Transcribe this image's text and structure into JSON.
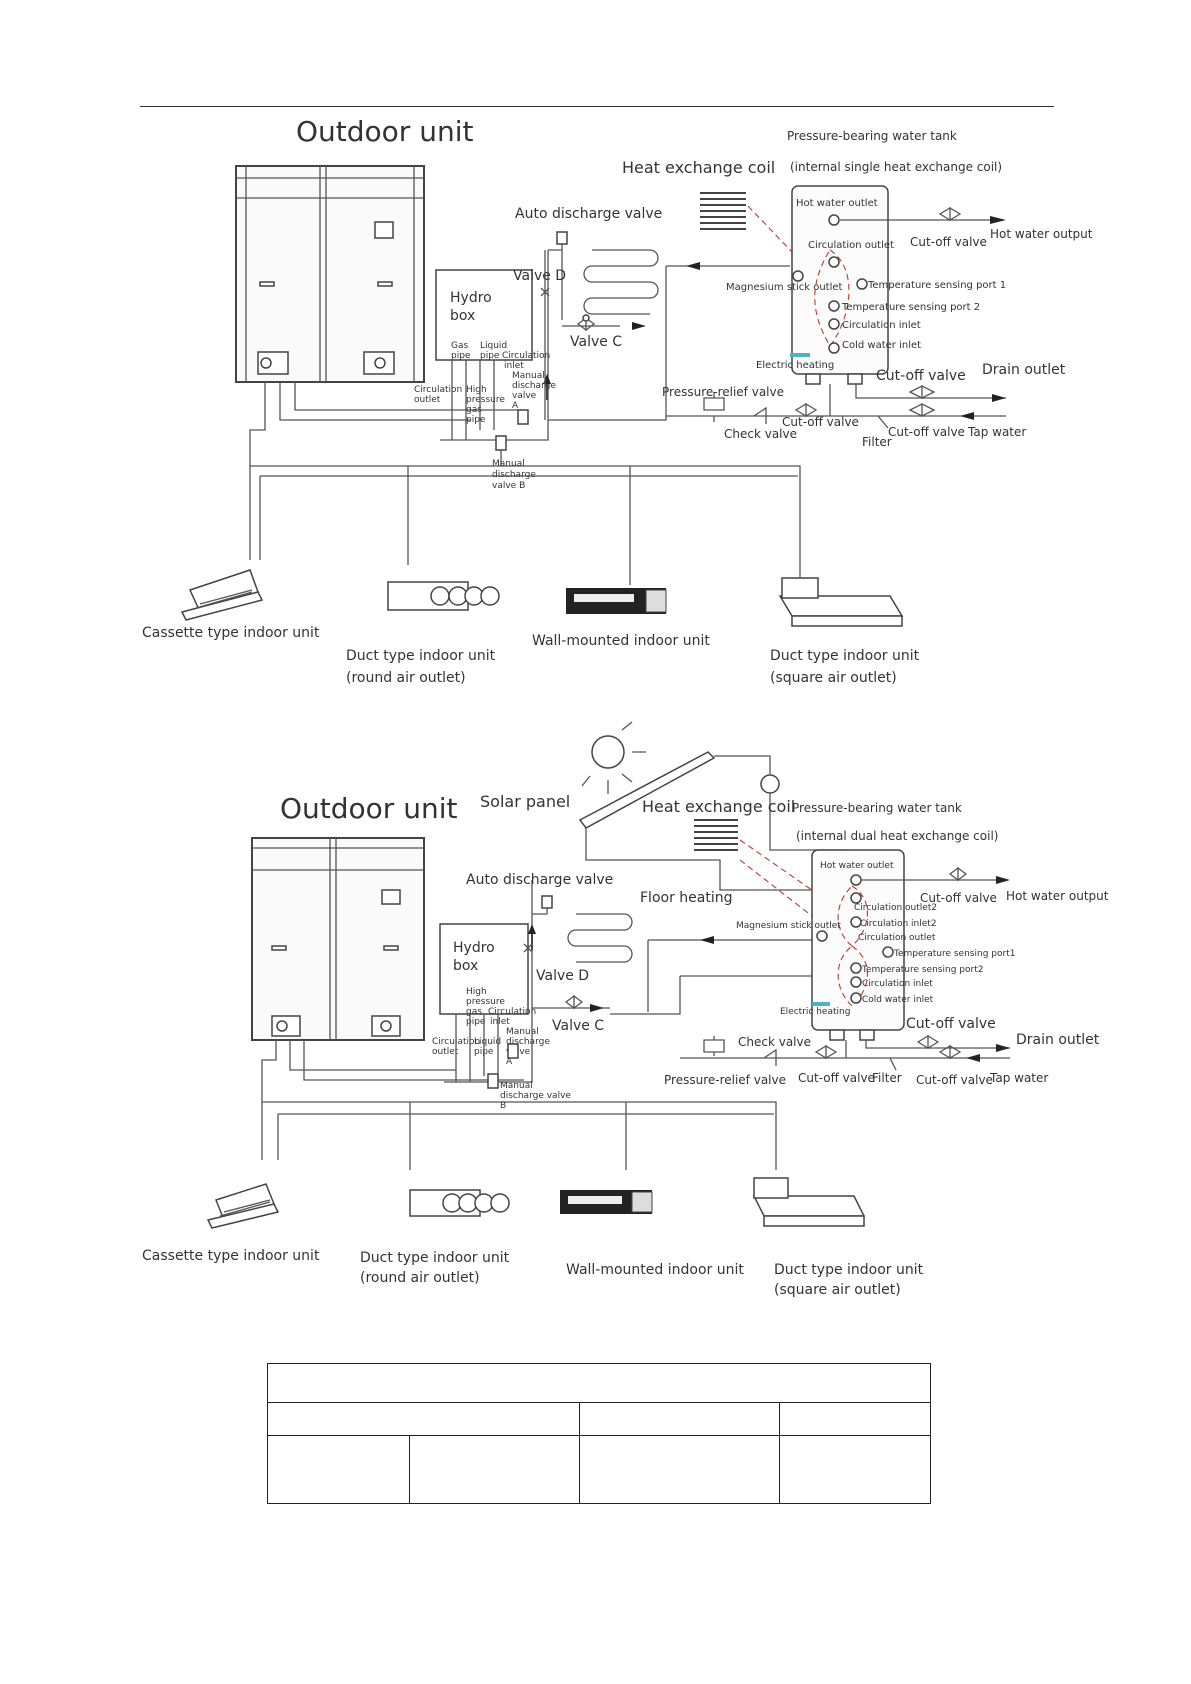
{
  "diagram1": {
    "title": "Outdoor unit",
    "tank_label": "Pressure-bearing water tank",
    "coil_label": "Heat exchange coil",
    "coil_type": "(internal single heat exchange coil)",
    "auto_discharge_valve": "Auto discharge valve",
    "valve_d": "Valve D",
    "valve_c": "Valve C",
    "hydro_box": [
      "Hydro",
      "box"
    ],
    "gas_pipe": [
      "Gas",
      "pipe"
    ],
    "liquid_pipe": [
      "Liquid",
      "pipe"
    ],
    "circulation_inlet": [
      "Circulation",
      "inlet"
    ],
    "circulation_outlet_left": [
      "Circulation",
      "outlet"
    ],
    "high_pressure_gas_pipe": [
      "High",
      "pressure",
      "gas",
      "pipe"
    ],
    "manual_discharge_valve_a": [
      "Manual",
      "discharge",
      "valve",
      "A"
    ],
    "manual_discharge_valve_b": [
      "Manual",
      "discharge",
      "valve B"
    ],
    "hot_water_outlet": "Hot water outlet",
    "circulation_outlet": "Circulation outlet",
    "magnesium_stick_outlet": "Magnesium stick outlet",
    "temp_port_1": "Temperature sensing port 1",
    "temp_port_2": "Temperature sensing port 2",
    "circulation_inlet_tank": "Circulation inlet",
    "cold_water_inlet": "Cold water inlet",
    "electric_heating": "Electric heating",
    "cutoff_valve_top": "Cut-off valve",
    "hot_water_output": "Hot water output",
    "cutoff_valve_drain": "Cut-off valve",
    "drain_outlet": "Drain outlet",
    "pressure_relief_valve": "Pressure-relief valve",
    "check_valve": "Check valve",
    "cutoff_valve_mid": "Cut-off valve",
    "filter": "Filter",
    "cutoff_valve_tap": "Cut-off valve",
    "tap_water": "Tap water",
    "cassette": "Cassette type indoor unit",
    "duct_round": [
      "Duct type indoor unit",
      "(round air outlet)"
    ],
    "wall": "Wall-mounted indoor unit",
    "duct_square": [
      "Duct type indoor unit",
      "(square air outlet)"
    ]
  },
  "diagram2": {
    "title": "Outdoor unit",
    "solar_panel": "Solar panel",
    "coil_label": "Heat exchange coil",
    "tank_label": "Pressure-bearing water tank",
    "coil_type": "(internal dual heat exchange coil)",
    "auto_discharge_valve": "Auto discharge valve",
    "floor_heating": "Floor heating",
    "valve_d": "Valve D",
    "valve_c": "Valve C",
    "hydro_box": [
      "Hydro",
      "box"
    ],
    "high_pressure_gas_pipe": [
      "High",
      "pressure",
      "gas",
      "pipe"
    ],
    "circulation_inlet": [
      "Circulation",
      "inlet"
    ],
    "circulation_outlet_left": [
      "Circulation",
      "outlet"
    ],
    "liquid_pipe": [
      "Liquid",
      "pipe"
    ],
    "manual_discharge_valve_a": [
      "Manual",
      "discharge",
      "valve",
      "A"
    ],
    "manual_discharge_valve_b": [
      "Manual",
      "discharge valve",
      "B"
    ],
    "hot_water_outlet": "Hot water outlet",
    "circulation_outlet2": "Circulation outlet2",
    "circulation_inlet2": "Circulation inlet2",
    "circulation_outlet": "Circulation outlet",
    "magnesium_stick_outlet": "Magnesium stick outlet",
    "temp_port_1": "Temperature sensing port1",
    "temp_port_2": "Temperature sensing port2",
    "circulation_inlet_tank": "Circulation inlet",
    "cold_water_inlet": "Cold water inlet",
    "electric_heating": "Electric heating",
    "cutoff_valve_top": "Cut-off valve",
    "hot_water_output": "Hot water output",
    "cutoff_valve_drain": "Cut-off valve",
    "drain_outlet": "Drain outlet",
    "check_valve": "Check valve",
    "pressure_relief_valve": "Pressure-relief valve",
    "cutoff_valve_mid": "Cut-off valve",
    "filter": "Filter",
    "cutoff_valve_tap": "Cut-off valve",
    "tap_water": "Tap water",
    "cassette": "Cassette type indoor unit",
    "duct_round": [
      "Duct type indoor unit",
      "(round air outlet)"
    ],
    "wall": "Wall-mounted indoor unit",
    "duct_square": [
      "Duct type indoor unit",
      "(square air outlet)"
    ]
  }
}
